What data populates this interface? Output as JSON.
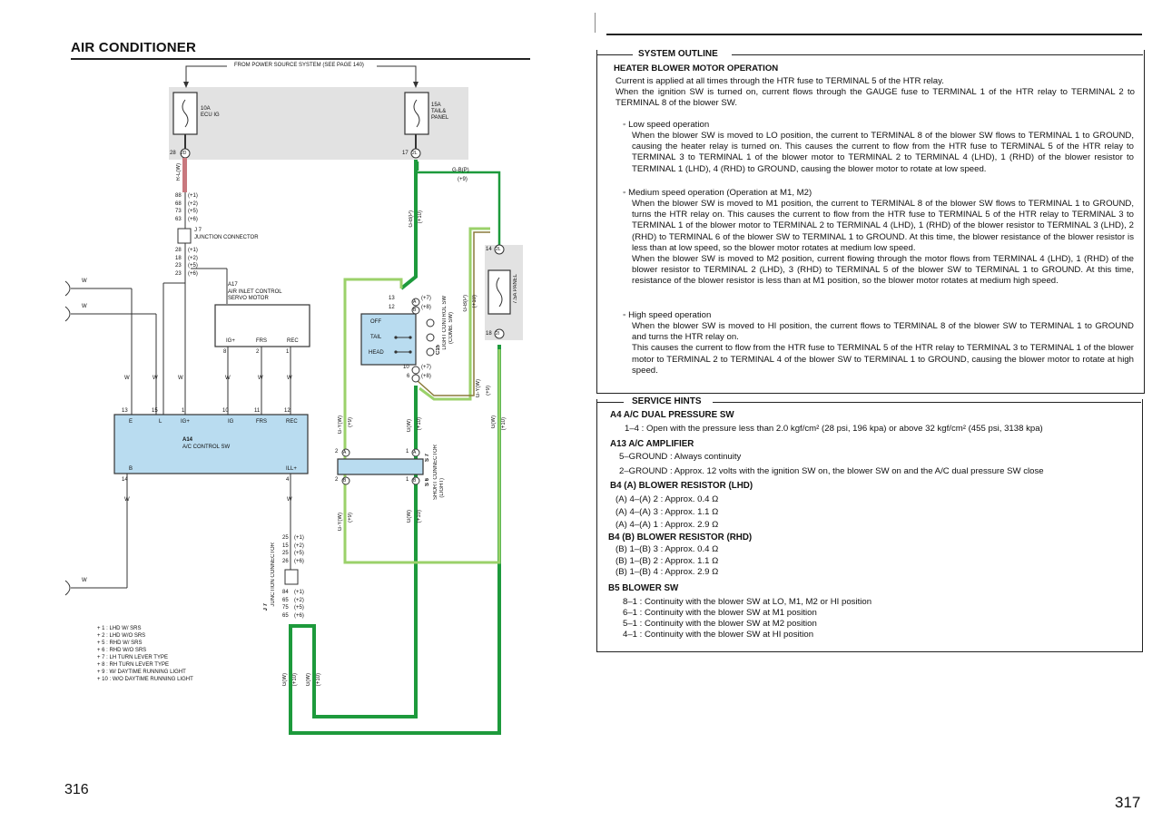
{
  "left_page": {
    "title": "AIR CONDITIONER",
    "page_number": "316",
    "source_note": "FROM POWER SOURCE SYSTEM (SEE PAGE 140)",
    "fuse1": {
      "rating": "10A",
      "name": "ECU IG",
      "terminal": "2D",
      "pin": "28"
    },
    "fuse2": {
      "rating": "15A",
      "name1": "TAIL&",
      "name2": "PANEL",
      "terminal": "2L",
      "pin": "17"
    },
    "fuse3": {
      "label": "7.5A PANEL",
      "term_top": "2L",
      "pin_top": "14",
      "term_bot": "2I",
      "pin_bot": "18"
    },
    "wire_rl": "R-L(W)",
    "wire_gb": "G-B(P)",
    "wire_gb_opt": "(+9)",
    "wire_gb2": "G-B(P)",
    "wire_gb2_opt": "(+10)",
    "jc_top_pins": [
      "88",
      "68",
      "73",
      "63"
    ],
    "jc_top_opts": [
      "(+1)",
      "(+2)",
      "(+5)",
      "(+6)"
    ],
    "jc_top_id": "J 7",
    "jc_top_name": "JUNCTION CONNECTOR",
    "jc_top_pins2": [
      "28",
      "18",
      "23",
      "23"
    ],
    "jc_top_opts2": [
      "(+1)",
      "(+2)",
      "(+5)",
      "(+6)"
    ],
    "servo": {
      "id": "A17",
      "name1": "AIR INLET CONTROL",
      "name2": "SERVO MOTOR",
      "terms": [
        "IG+",
        "FRS",
        "REC"
      ],
      "pins": [
        "8",
        "2",
        "1"
      ]
    },
    "wire_w": "W",
    "ac_sw": {
      "id": "A14",
      "name": "A/C CONTROL SW",
      "top_terms": [
        "E",
        "L",
        "IG+",
        "IG",
        "FRS",
        "REC"
      ],
      "top_pins": [
        "13",
        "15",
        "1",
        "10",
        "11",
        "12"
      ],
      "bot_terms": [
        "B",
        "ILL+"
      ],
      "bot_pins": [
        "14",
        "4"
      ]
    },
    "light_sw": {
      "id": "C15",
      "name1": "LIGHT CONTROL SW",
      "name2": "(COMB. SW)",
      "positions": [
        "OFF",
        "TAIL",
        "HEAD"
      ],
      "pins_top": [
        "13",
        "12"
      ],
      "pins_bot": [
        "10",
        "6"
      ],
      "opts_top": [
        "(+7)",
        "(+8)"
      ],
      "opts_bot": [
        "(+7)",
        "(+8)"
      ],
      "letters": [
        "A",
        "B"
      ]
    },
    "short_conn": {
      "id1": "S 7",
      "id2": "S 6",
      "name1": "SHORT CONNECTOR",
      "name2": "(LIGHT)",
      "pins": [
        "2",
        "1"
      ],
      "letters": [
        "A",
        "B"
      ]
    },
    "wire_gy": "G-Y(W)",
    "wire_gy_opt": "(+9)",
    "wire_gw": "G(W)",
    "wire_gw_opt": "(+10)",
    "jc_bot": {
      "id": "J 7",
      "name": "JUNCTION CONNECTOR",
      "pins_top": [
        "25",
        "15",
        "25",
        "26"
      ],
      "opts_top": [
        "(+1)",
        "(+2)",
        "(+5)",
        "(+6)"
      ],
      "pins_bot": [
        "84",
        "65",
        "75",
        "65"
      ],
      "opts_bot": [
        "(+1)",
        "(+2)",
        "(+5)",
        "(+6)"
      ]
    },
    "legend": [
      "+ 1 : LHD W/ SRS",
      "+ 2 : LHD W/O SRS",
      "+ 5 : RHD W/ SRS",
      "+ 6 : RHD W/O SRS",
      "+ 7 : LH TURN LEVER TYPE",
      "+ 8 : RH TURN LEVER TYPE",
      "+ 9 : W/ DAYTIME RUNNING LIGHT",
      "+ 10 : W/O DAYTIME RUNNING LIGHT"
    ]
  },
  "right_page": {
    "page_number": "317",
    "outline_heading": "SYSTEM OUTLINE",
    "sub_heading": "HEATER BLOWER MOTOR OPERATION",
    "intro": [
      "Current is applied at all times through the HTR fuse to TERMINAL 5 of the HTR relay.",
      "When the ignition SW is turned on, current flows through the GAUGE fuse to TERMINAL 1 of the HTR relay to TERMINAL 2 to TERMINAL 8 of the blower SW."
    ],
    "sections": [
      {
        "heading": "Low speed operation",
        "body": "When the blower SW is moved to LO position, the current to TERMINAL 8 of the blower SW flows to TERMINAL 1 to GROUND, causing the heater relay is turned on. This causes the current to flow from the HTR fuse to TERMINAL 5 of the HTR relay to TERMINAL 3 to TERMINAL 1 of the blower motor to TERMINAL 2 to TERMINAL 4 (LHD), 1 (RHD) of the blower resistor to TERMINAL 1 (LHD), 4 (RHD) to GROUND, causing the blower motor to rotate at low speed."
      },
      {
        "heading": "Medium speed operation (Operation at M1, M2)",
        "body": "When the blower SW is moved to M1 position, the current to TERMINAL 8 of the blower SW flows to TERMINAL 1 to GROUND, turns the HTR relay on. This causes the current to flow from the HTR fuse to TERMINAL 5 of the HTR relay to TERMINAL 3 to TERMINAL 1 of the blower motor to TERMINAL 2 to TERMINAL 4 (LHD), 1 (RHD) of the blower resistor to TERMINAL 3 (LHD), 2 (RHD) to TERMINAL 6 of the blower SW to TERMINAL 1 to GROUND. At this time, the blower resistance of the blower resistor is less than at low speed, so the blower motor rotates at medium low speed.\nWhen the blower SW is moved to M2 position, current flowing through the motor flows from TERMINAL 4 (LHD), 1 (RHD) of the blower resistor to TERMINAL 2 (LHD), 3 (RHD) to TERMINAL 5 of the blower SW to TERMINAL 1 to GROUND. At this time, resistance of the blower resistor is less than at M1 position, so the blower motor rotates at medium high speed."
      },
      {
        "heading": "High speed operation",
        "body": "When the blower SW is moved to HI position, the current flows to TERMINAL 8 of the blower SW to TERMINAL 1 to GROUND and turns the HTR relay on.\nThis causes the current to flow from the HTR fuse to TERMINAL 5 of the HTR relay to TERMINAL 3 to TERMINAL 1 of the blower motor to TERMINAL 2 to TERMINAL 4 of the blower SW to TERMINAL 1 to GROUND, causing the blower motor to rotate at high speed."
      }
    ],
    "hints_heading": "SERVICE HINTS",
    "hints": [
      {
        "title": "A4  A/C DUAL PRESSURE SW",
        "lines": [
          "1–4 : Open with the pressure less than 2.0 kgf/cm² (28 psi, 196 kpa) or above 32 kgf/cm² (455 psi, 3138 kpa)"
        ]
      },
      {
        "title": "A13  A/C AMPLIFIER",
        "lines": [
          "5–GROUND : Always continuity",
          "2–GROUND : Approx. 12 volts with the ignition SW on, the blower SW on and the A/C dual pressure SW close"
        ]
      },
      {
        "title": "B4 (A)  BLOWER RESISTOR (LHD)",
        "lines": [
          "(A) 4–(A) 2 : Approx. 0.4 Ω",
          "(A) 4–(A) 3 : Approx. 1.1 Ω",
          "(A) 4–(A) 1 : Approx. 2.9 Ω"
        ]
      },
      {
        "title": "B4 (B)  BLOWER RESISTOR (RHD)",
        "lines": [
          "(B) 1–(B) 3 : Approx. 0.4 Ω",
          "(B) 1–(B) 2 : Approx. 1.1 Ω",
          "(B) 1–(B) 4 : Approx. 2.9 Ω"
        ]
      },
      {
        "title": "B5  BLOWER SW",
        "lines": [
          "8–1 : Continuity with the blower SW at LO, M1, M2 or HI position",
          "6–1 : Continuity with the blower SW at M1 position",
          "5–1 : Continuity with the blower SW at M2 position",
          "4–1 : Continuity with the blower SW at HI position"
        ]
      }
    ]
  },
  "colors": {
    "green": "#1d9a3c",
    "lightgreen": "#9bd16a",
    "pink": "#c9787e",
    "olive": "#8a7a3a",
    "grey": "#555555"
  }
}
